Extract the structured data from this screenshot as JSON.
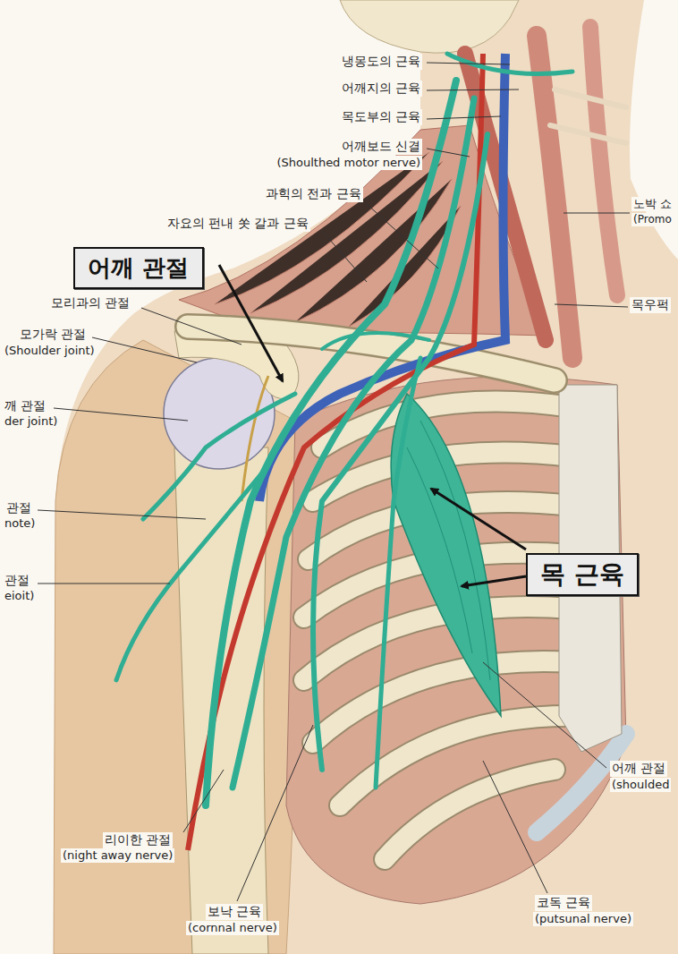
{
  "diagram": {
    "nodes": [
      {
        "text": [
          "어깨 관절"
        ]
      },
      {
        "text": [
          "목 근육"
        ]
      }
    ],
    "labels": [
      "냉몽도의 근육",
      "어깨지의 근육",
      "목도부의 근육",
      "어깨보드 신결",
      "(Shoulthed motor nerve)",
      "과힉의 전과 근육",
      "자요의 펀내 쏫 갈과 근육",
      "노박 쇼",
      "(Promo",
      "목우퍽",
      "모리과의 관절",
      "모가락 관절",
      "(Shoulder joint)",
      "깨 관절",
      "der joint)",
      "관절",
      "note)",
      "관절",
      "eioit)",
      "어깨 관절",
      "(shoulded",
      "리이한 관절",
      "(night away nerve)",
      "보낙 근육",
      "(cornnal nerve)",
      "코독 근육",
      "(putsunal nerve)"
    ]
  }
}
